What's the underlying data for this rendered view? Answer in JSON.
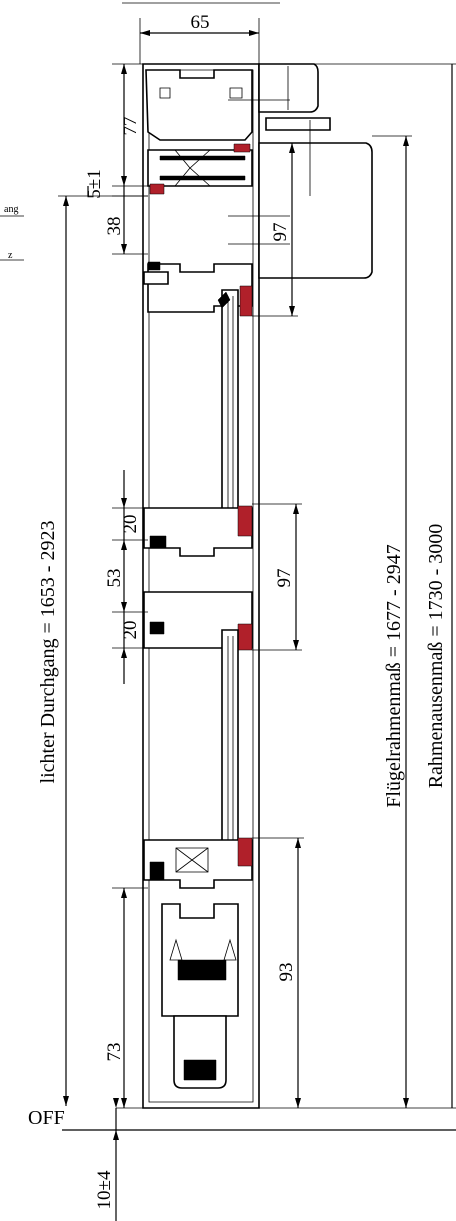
{
  "dimensions": {
    "top_width": "65",
    "d77": "77",
    "d5": "5±1",
    "d38": "38",
    "d97_top": "97",
    "d20_a": "20",
    "d53": "53",
    "d20_b": "20",
    "d97_mid": "97",
    "d73": "73",
    "d93": "93",
    "d10": "10±4"
  },
  "labels": {
    "clear_opening": "lichter Durchgang = 1653 - 2923",
    "sash_frame": "Flügelrahmenmaß = 1677 - 2947",
    "frame_outer": "Rahmenausenmaß = 1730 - 3000",
    "off": "OFF",
    "cut_left_1": "ang",
    "cut_left_2": "z"
  },
  "colors": {
    "line": "#000000",
    "seal_red": "#b0202a",
    "background": "#ffffff"
  }
}
